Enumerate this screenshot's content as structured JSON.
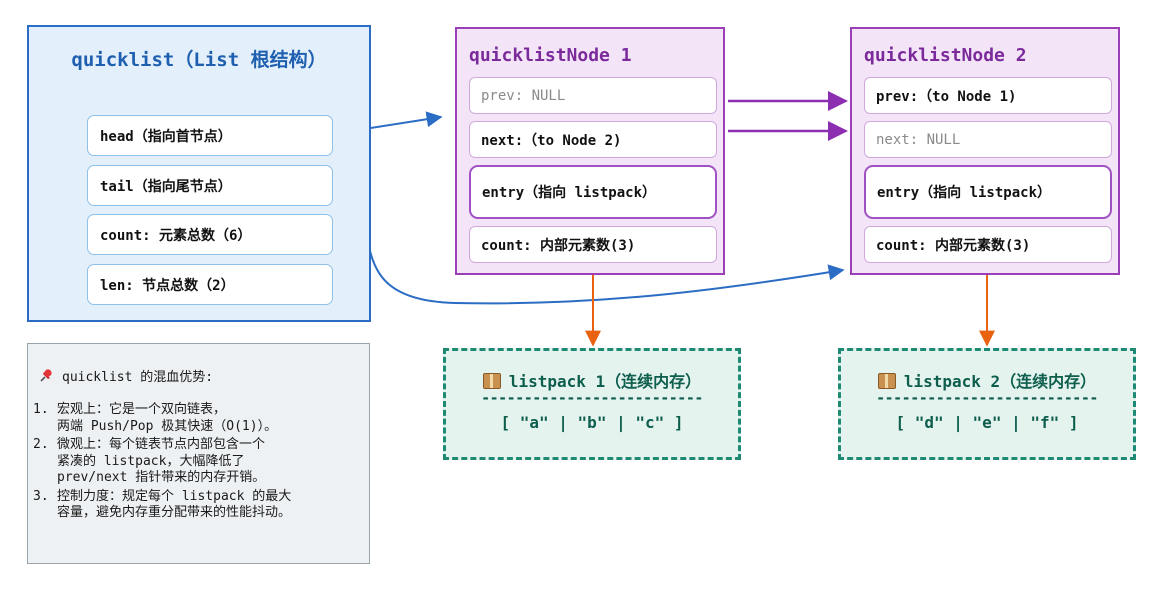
{
  "quicklist": {
    "title": "quicklist（List 根结构）",
    "fields": [
      "head（指向首节点）",
      "tail（指向尾节点）",
      "count: 元素总数（6）",
      "len: 节点总数（2）"
    ]
  },
  "nodes": [
    {
      "title": "quicklistNode 1",
      "prev": "prev: NULL",
      "next": "next:（to Node 2)",
      "entry": "entry（指向 listpack）",
      "count": "count: 内部元素数(3)"
    },
    {
      "title": "quicklistNode 2",
      "prev": "prev:（to Node 1)",
      "next": "next: NULL",
      "entry": "entry（指向 listpack）",
      "count": "count: 内部元素数(3)"
    }
  ],
  "listpacks": [
    {
      "icon": "package-icon",
      "title": "listpack 1（连续内存）",
      "separator": "--------------------------",
      "content": "[ \"a\" | \"b\" | \"c\" ]"
    },
    {
      "icon": "package-icon",
      "title": "listpack 2（连续内存）",
      "separator": "--------------------------",
      "content": "[ \"d\" | \"e\" | \"f\" ]"
    }
  ],
  "note": {
    "icon": "pushpin-icon",
    "title": "quicklist 的混血优势:",
    "items": [
      {
        "num": "1.",
        "lines": [
          "宏观上：它是一个双向链表，",
          "两端 Push/Pop 极其快速（O(1)）。"
        ]
      },
      {
        "num": "2.",
        "lines": [
          "微观上：每个链表节点内部包含一个",
          "紧凑的 listpack，大幅降低了",
          "prev/next 指针带来的内存开销。"
        ]
      },
      {
        "num": "3.",
        "lines": [
          "控制力度：规定每个 listpack 的最大",
          "容量，避免内存重分配带来的性能抖动。"
        ]
      }
    ]
  },
  "colors": {
    "blue": "#2b6cc4",
    "purple": "#8b2fb0",
    "orange": "#e8620f",
    "teal": "#1f8a73"
  }
}
